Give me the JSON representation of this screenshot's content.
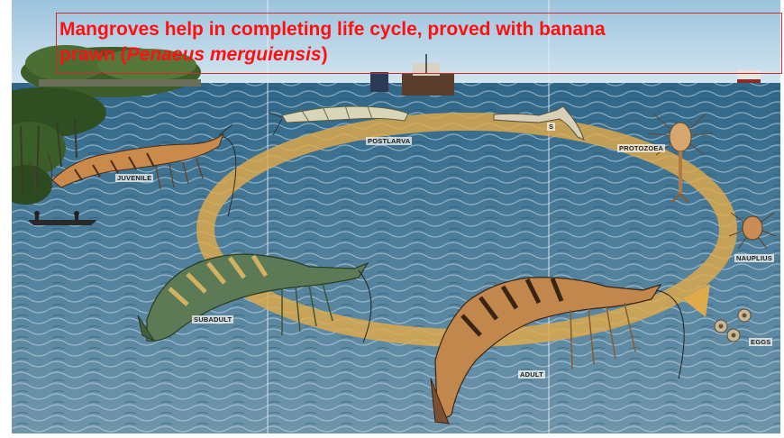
{
  "title": {
    "line1": "Mangroves help in completing life cycle, proved  with banana",
    "line2_prefix": "prawn (",
    "line2_species": "Penaeus merguiensis",
    "line2_suffix": ")"
  },
  "stages": {
    "juvenile": "JUVENILE",
    "postlarva": "POSTLARVA",
    "mysis_partial": "S",
    "protozoea": "PROTOZOEA",
    "nauplius": "NAUPLIUS",
    "eggs": "EGGS",
    "adult": "ADULT",
    "subadult": "SUBADULT"
  },
  "colors": {
    "title": "#ff1010",
    "cycle_arrow": "#e0a94a",
    "sea": "#3f6f8e",
    "sky": "#bcd7e8"
  }
}
